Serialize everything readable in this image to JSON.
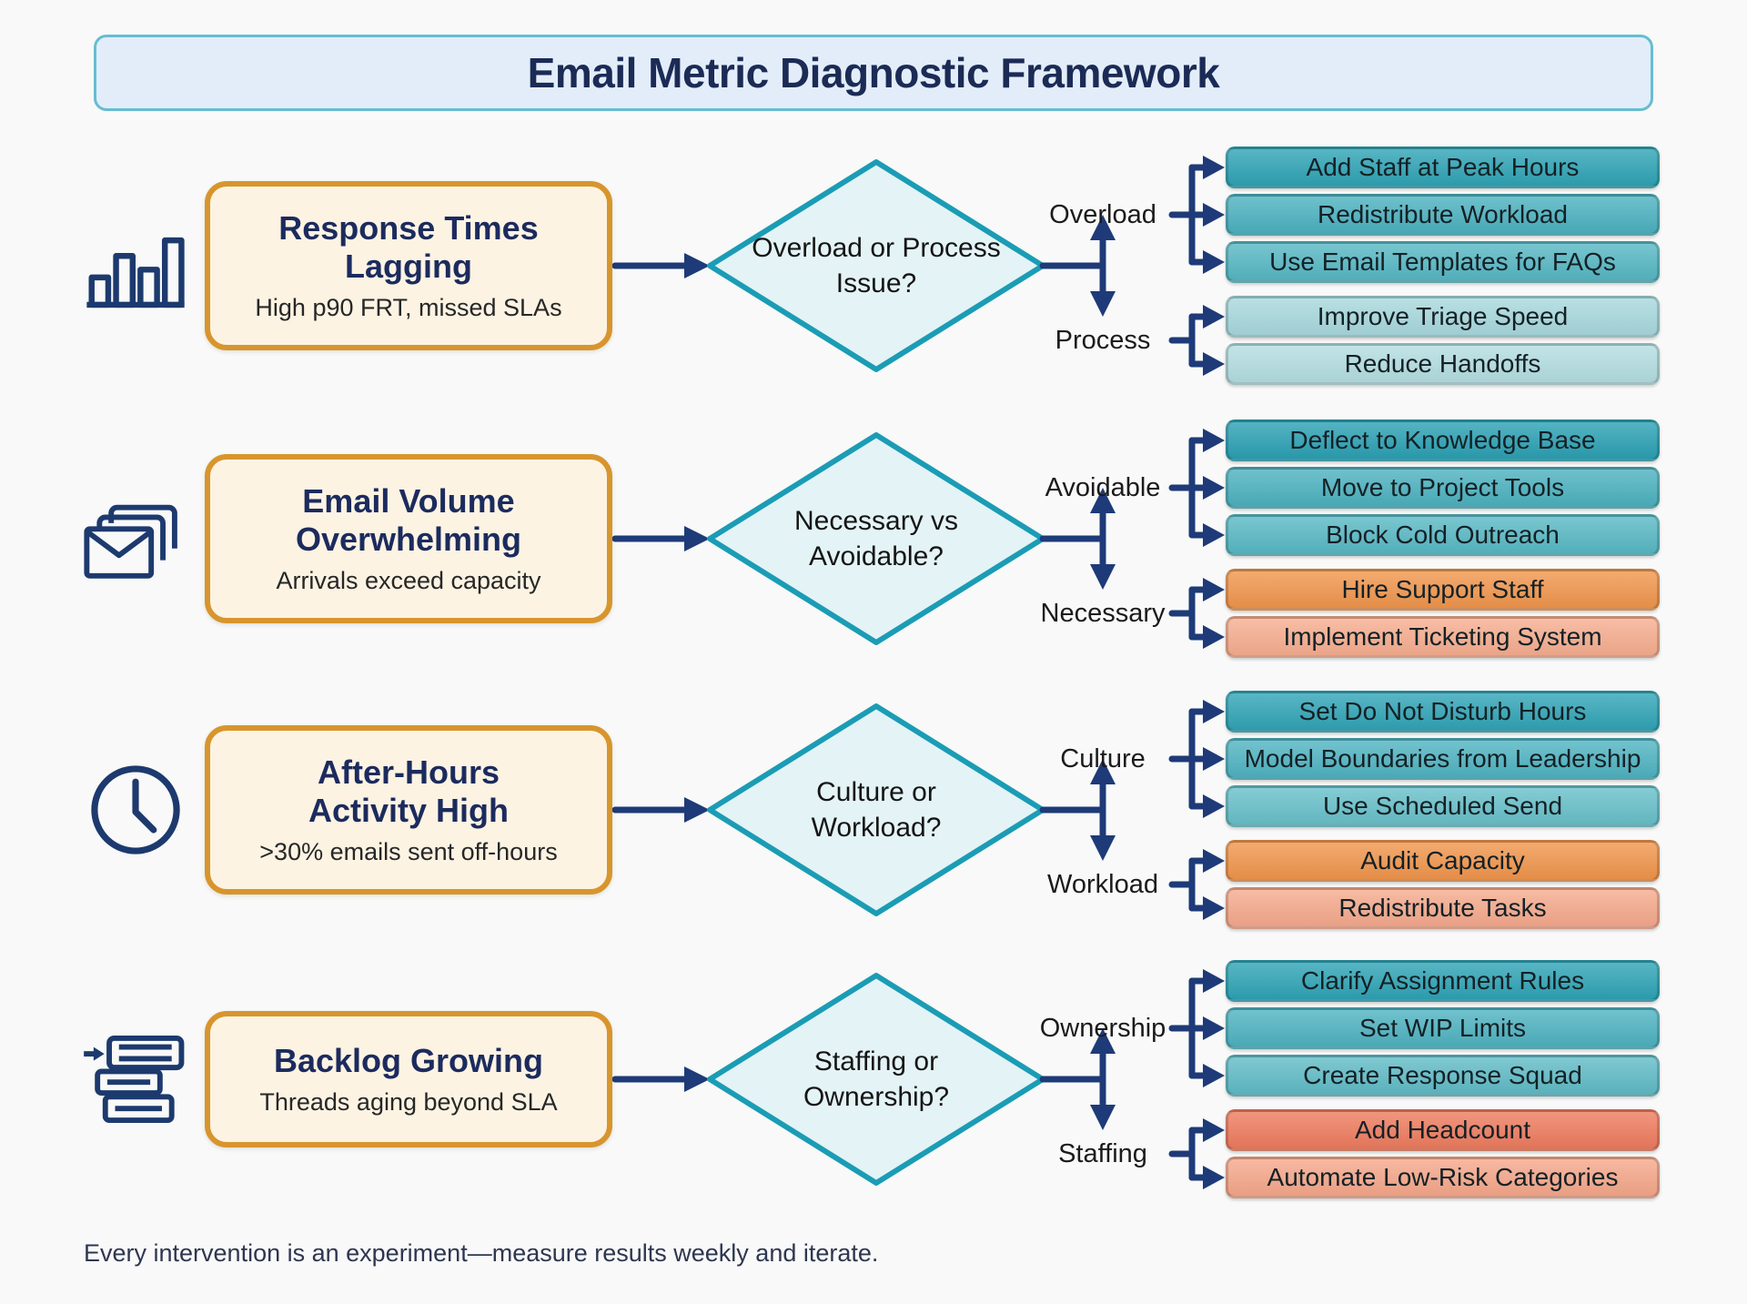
{
  "title": "Email Metric Diagnostic Framework",
  "footer": {
    "note": "Every intervention is an experiment—measure results weekly and iterate."
  },
  "theme": {
    "navy": "#1e3a78",
    "ink": "#1b2b55",
    "bg": "#f8f9f8",
    "title-bg": "#e3edfa",
    "title-border": "#66bdd1",
    "problem-bg": "#fcf3e3",
    "problem-border": "#d8952d",
    "diamond-bg": "#e4f3f6",
    "diamond-border": "#1b9cb5"
  },
  "rows": [
    {
      "icon": "bar-chart",
      "problem": {
        "title": "Response Times Lagging",
        "subtitle": "High p90 FRT, missed SLAs"
      },
      "decision": {
        "question": "Overload or Process Issue?"
      },
      "branches": [
        {
          "label": "Overload",
          "actions": [
            {
              "label": "Add Staff at Peak Hours",
              "color": "#2ea3b5"
            },
            {
              "label": "Redistribute Workload",
              "color": "#4bb1bf"
            },
            {
              "label": "Use Email Templates for FAQs",
              "color": "#55b7c3"
            }
          ]
        },
        {
          "label": "Process",
          "actions": [
            {
              "label": "Improve Triage Speed",
              "color": "#a7d8dd"
            },
            {
              "label": "Reduce Handoffs",
              "color": "#b3dde1"
            }
          ]
        }
      ]
    },
    {
      "icon": "envelopes",
      "problem": {
        "title": "Email Volume Overwhelming",
        "subtitle": "Arrivals exceed capacity"
      },
      "decision": {
        "question": "Necessary vs Avoidable?"
      },
      "branches": [
        {
          "label": "Avoidable",
          "actions": [
            {
              "label": "Deflect to Knowledge Base",
              "color": "#2aa0b3"
            },
            {
              "label": "Move to Project Tools",
              "color": "#4bb1bf"
            },
            {
              "label": "Block Cold Outreach",
              "color": "#58b8c4"
            }
          ]
        },
        {
          "label": "Necessary",
          "actions": [
            {
              "label": "Hire Support Staff",
              "color": "#f0954c"
            },
            {
              "label": "Implement Ticketing System",
              "color": "#f6ad8f"
            }
          ]
        }
      ]
    },
    {
      "icon": "clock",
      "problem": {
        "title": "After-Hours Activity High",
        "subtitle": ">30% emails sent off-hours"
      },
      "decision": {
        "question": "Culture or Workload?"
      },
      "branches": [
        {
          "label": "Culture",
          "actions": [
            {
              "label": "Set Do Not Disturb Hours",
              "color": "#30a4b6"
            },
            {
              "label": "Model Boundaries from Leadership",
              "color": "#4fb3c1"
            },
            {
              "label": "Use Scheduled Send",
              "color": "#67bfc9"
            }
          ]
        },
        {
          "label": "Workload",
          "actions": [
            {
              "label": "Audit Capacity",
              "color": "#f0954c"
            },
            {
              "label": "Redistribute Tasks",
              "color": "#f5a98c"
            }
          ]
        }
      ]
    },
    {
      "icon": "backlog",
      "problem": {
        "title": "Backlog Growing",
        "subtitle": "Threads aging beyond SLA"
      },
      "decision": {
        "question": "Staffing or Ownership?"
      },
      "branches": [
        {
          "label": "Ownership",
          "actions": [
            {
              "label": "Clarify Assignment Rules",
              "color": "#2ea3b5"
            },
            {
              "label": "Set WIP Limits",
              "color": "#4db2c0"
            },
            {
              "label": "Create Response Squad",
              "color": "#5fbbc6"
            }
          ]
        },
        {
          "label": "Staffing",
          "actions": [
            {
              "label": "Add Headcount",
              "color": "#ee7b5e"
            },
            {
              "label": "Automate Low-Risk Categories",
              "color": "#f5a78a"
            }
          ]
        }
      ]
    }
  ]
}
